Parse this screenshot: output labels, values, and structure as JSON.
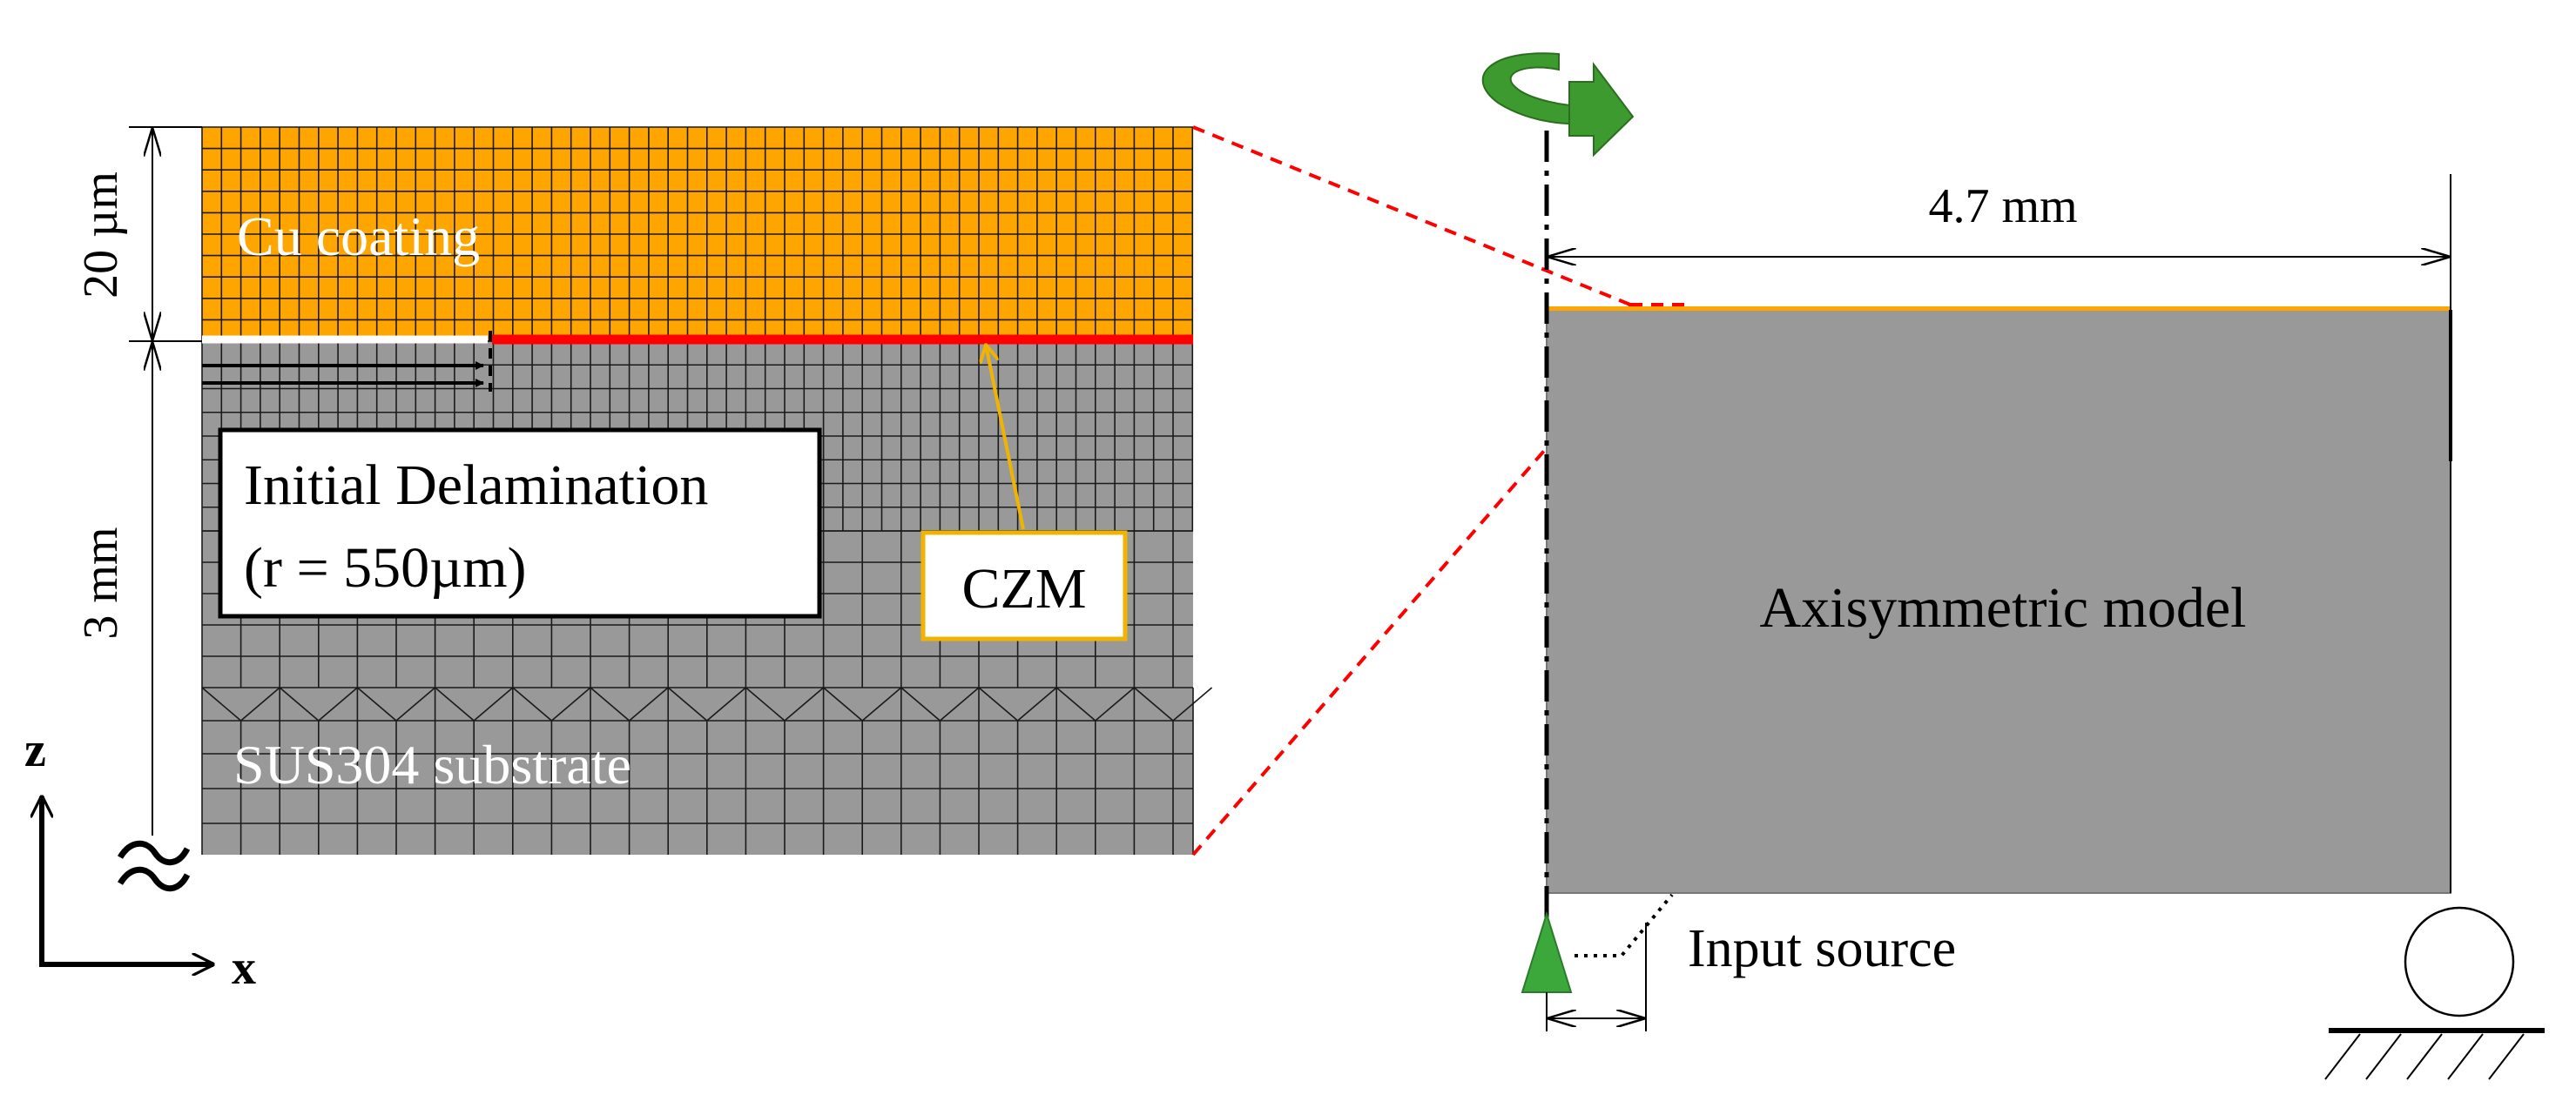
{
  "labels": {
    "cu_coating": "Cu coating",
    "substrate": "SUS304 substrate",
    "coating_thickness": "20 µm",
    "substrate_thickness": "3 mm",
    "initial_delamination_line1": "Initial Delamination",
    "initial_delamination_line2": "(r = 550µm)",
    "czm": "CZM",
    "axis_z": "z",
    "axis_x": "x",
    "width_dimension": "4.7 mm",
    "model_label": "Axisymmetric model",
    "input_source": "Input source"
  },
  "colors": {
    "copper": "#FFA500",
    "substrate_detail": "#999999",
    "substrate_model": "#999999",
    "mesh_line": "#1a1a1a",
    "czm_line": "#FF0000",
    "czm_box_border": "#F0B400",
    "czm_arrow": "#F0B400",
    "zoom_lines": "#FF0000",
    "rotation_arrow": "#3C9A2E",
    "support_triangle": "#3CA83C"
  },
  "icons": {
    "rotation": "rotation-arrow-icon",
    "support": "pin-support-icon",
    "roller": "roller-support-icon",
    "ground": "ground-hatch-icon",
    "axes": "coordinate-axes-icon",
    "break": "break-symbol-icon"
  }
}
